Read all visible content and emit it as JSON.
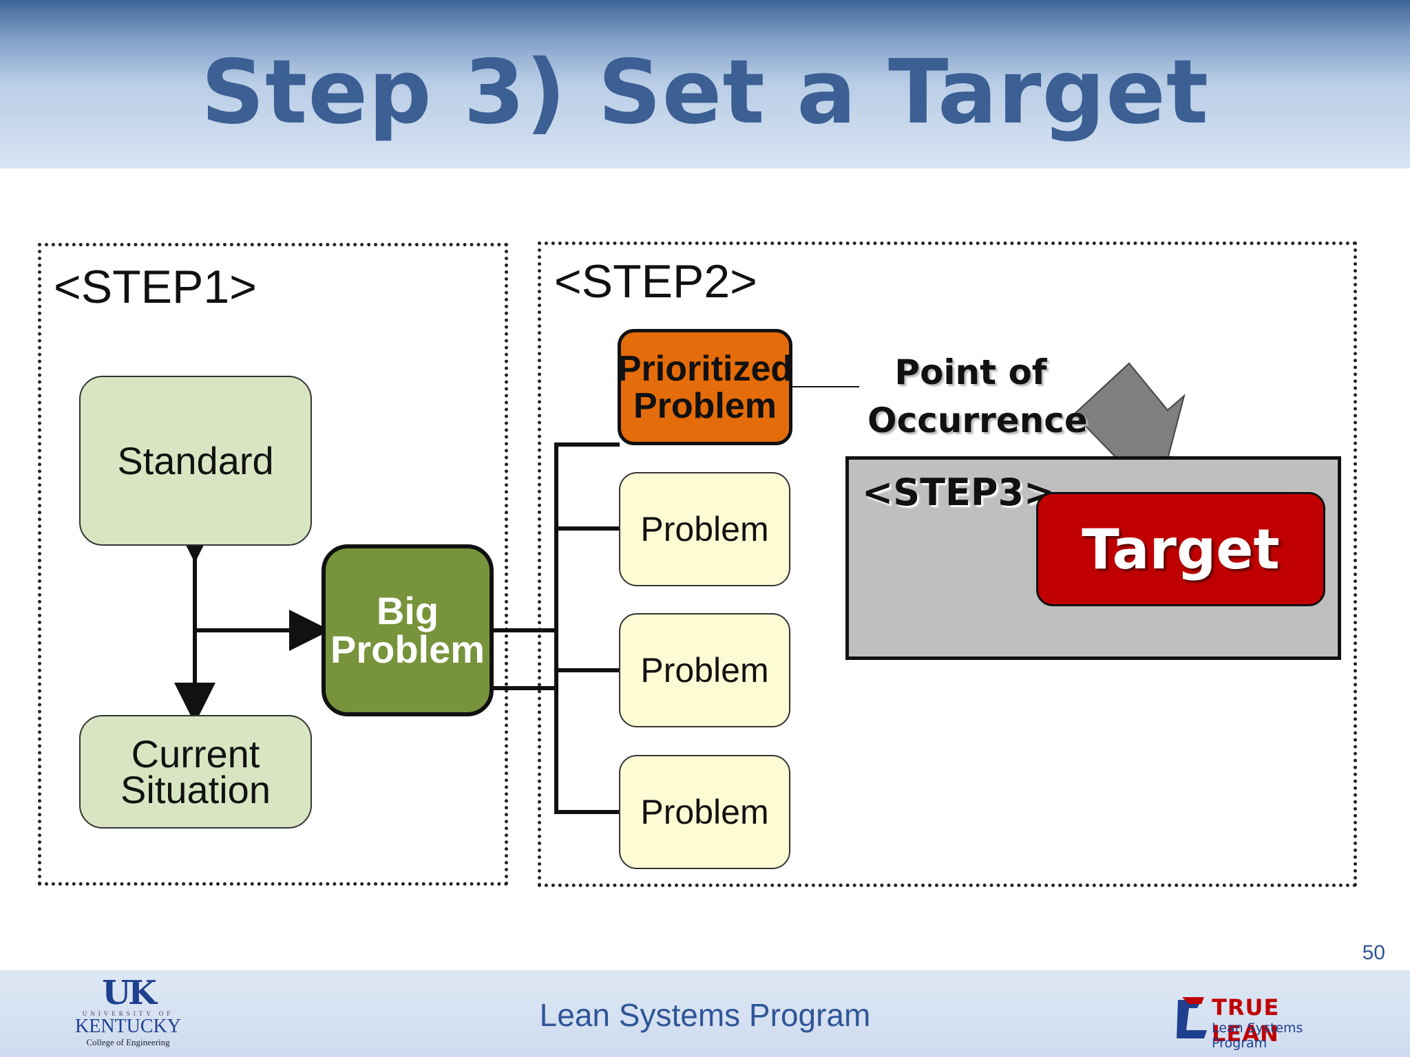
{
  "title": "Step 3) Set a Target",
  "step1": {
    "label": "<STEP1>",
    "standard": "Standard",
    "current_situation": "Current\nSituation",
    "big_problem": "Big\nProblem"
  },
  "step2": {
    "label": "<STEP2>",
    "prioritized_problem": "Prioritized\nProblem",
    "problems": [
      "Problem",
      "Problem",
      "Problem"
    ]
  },
  "step3": {
    "label": "<STEP3>",
    "target": "Target",
    "point_of_occurrence": "Point of\nOccurrence"
  },
  "page_number": "50",
  "footer": {
    "text": "Lean Systems Program",
    "uk_logo": {
      "mark": "UK",
      "small": "UNIVERSITY OF",
      "name": "KENTUCKY",
      "college": "College of Engineering"
    },
    "true_lean_logo": {
      "name": "TRUE LEAN",
      "sub": "Lean Systems Program"
    }
  },
  "colors": {
    "title": "#3c5f94",
    "green_box": "#d9e5c2",
    "big_problem": "#77933c",
    "prioritized": "#e46c0a",
    "problem_box": "#fdfbd3",
    "step3_panel": "#bfbfbf",
    "target": "#c00000"
  }
}
